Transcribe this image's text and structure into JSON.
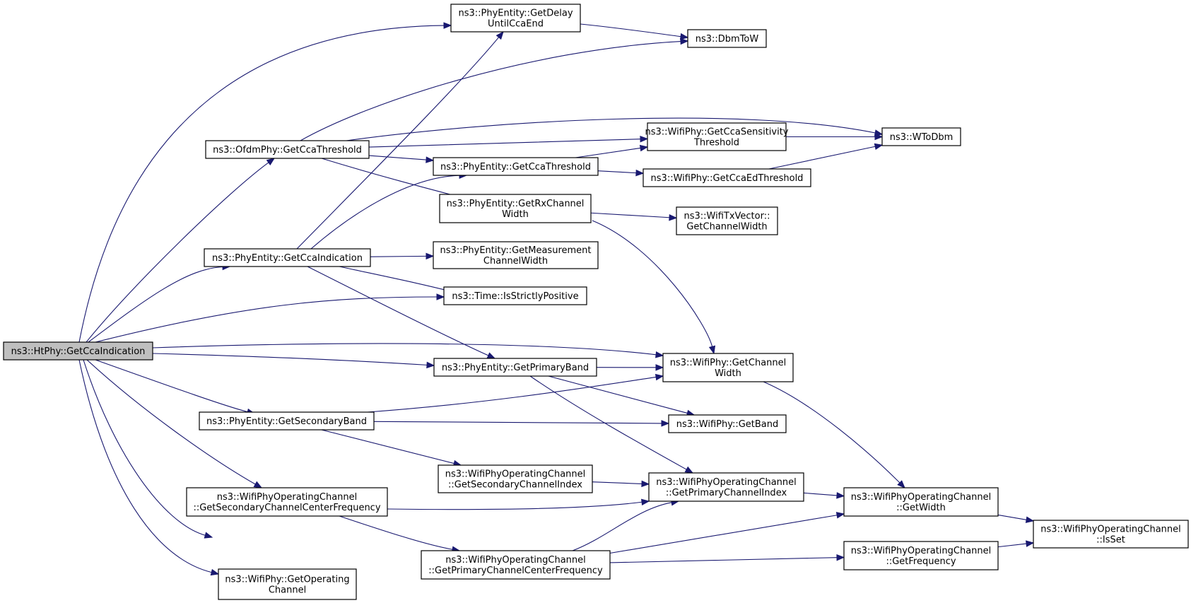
{
  "graph": {
    "nodes": [
      {
        "id": "root",
        "lines": [
          "ns3::HtPhy::GetCcaIndication"
        ],
        "root": true
      },
      {
        "id": "delay",
        "lines": [
          "ns3::PhyEntity::GetDelay",
          "UntilCcaEnd"
        ]
      },
      {
        "id": "dbmtow",
        "lines": [
          "ns3::DbmToW"
        ]
      },
      {
        "id": "ofdm",
        "lines": [
          "ns3::OfdmPhy::GetCcaThreshold"
        ]
      },
      {
        "id": "sens",
        "lines": [
          "ns3::WifiPhy::GetCcaSensitivity",
          "Threshold"
        ]
      },
      {
        "id": "wtodbm",
        "lines": [
          "ns3::WToDbm"
        ]
      },
      {
        "id": "peccathr",
        "lines": [
          "ns3::PhyEntity::GetCcaThreshold"
        ]
      },
      {
        "id": "edthr",
        "lines": [
          "ns3::WifiPhy::GetCcaEdThreshold"
        ]
      },
      {
        "id": "rxcw",
        "lines": [
          "ns3::PhyEntity::GetRxChannel",
          "Width"
        ]
      },
      {
        "id": "txv",
        "lines": [
          "ns3::WifiTxVector::",
          "GetChannelWidth"
        ]
      },
      {
        "id": "peccaind",
        "lines": [
          "ns3::PhyEntity::GetCcaIndication"
        ]
      },
      {
        "id": "meas",
        "lines": [
          "ns3::PhyEntity::GetMeasurement",
          "ChannelWidth"
        ]
      },
      {
        "id": "strict",
        "lines": [
          "ns3::Time::IsStrictlyPositive"
        ]
      },
      {
        "id": "chw",
        "lines": [
          "ns3::WifiPhy::GetChannel",
          "Width"
        ]
      },
      {
        "id": "pband",
        "lines": [
          "ns3::PhyEntity::GetPrimaryBand"
        ]
      },
      {
        "id": "secband",
        "lines": [
          "ns3::PhyEntity::GetSecondaryBand"
        ]
      },
      {
        "id": "getband",
        "lines": [
          "ns3::WifiPhy::GetBand"
        ]
      },
      {
        "id": "secidx",
        "lines": [
          "ns3::WifiPhyOperatingChannel",
          "::GetSecondaryChannelIndex"
        ]
      },
      {
        "id": "primidx",
        "lines": [
          "ns3::WifiPhyOperatingChannel",
          "::GetPrimaryChannelIndex"
        ]
      },
      {
        "id": "seccf",
        "lines": [
          "ns3::WifiPhyOperatingChannel",
          "::GetSecondaryChannelCenterFrequency"
        ]
      },
      {
        "id": "width",
        "lines": [
          "ns3::WifiPhyOperatingChannel",
          "::GetWidth"
        ]
      },
      {
        "id": "isset",
        "lines": [
          "ns3::WifiPhyOperatingChannel",
          "::IsSet"
        ]
      },
      {
        "id": "primcf",
        "lines": [
          "ns3::WifiPhyOperatingChannel",
          "::GetPrimaryChannelCenterFrequency"
        ]
      },
      {
        "id": "freq",
        "lines": [
          "ns3::WifiPhyOperatingChannel",
          "::GetFrequency"
        ]
      },
      {
        "id": "opch",
        "lines": [
          "ns3::WifiPhy::GetOperating",
          "Channel"
        ]
      }
    ],
    "edges": [
      [
        "root",
        "delay"
      ],
      [
        "root",
        "ofdm"
      ],
      [
        "root",
        "peccaind"
      ],
      [
        "root",
        "strict"
      ],
      [
        "root",
        "chw"
      ],
      [
        "root",
        "pband"
      ],
      [
        "root",
        "secband"
      ],
      [
        "root",
        "seccf"
      ],
      [
        "root",
        "primcf"
      ],
      [
        "root",
        "opch"
      ],
      [
        "delay",
        "dbmtow"
      ],
      [
        "ofdm",
        "dbmtow"
      ],
      [
        "ofdm",
        "wtodbm"
      ],
      [
        "ofdm",
        "sens"
      ],
      [
        "ofdm",
        "peccathr"
      ],
      [
        "ofdm",
        "rxcw"
      ],
      [
        "sens",
        "wtodbm"
      ],
      [
        "peccathr",
        "sens"
      ],
      [
        "peccathr",
        "edthr"
      ],
      [
        "edthr",
        "wtodbm"
      ],
      [
        "rxcw",
        "txv"
      ],
      [
        "rxcw",
        "chw"
      ],
      [
        "peccaind",
        "delay"
      ],
      [
        "peccaind",
        "peccathr"
      ],
      [
        "peccaind",
        "meas"
      ],
      [
        "peccaind",
        "strict"
      ],
      [
        "peccaind",
        "pband"
      ],
      [
        "pband",
        "chw"
      ],
      [
        "pband",
        "getband"
      ],
      [
        "pband",
        "primidx"
      ],
      [
        "secband",
        "chw"
      ],
      [
        "secband",
        "getband"
      ],
      [
        "secband",
        "secidx"
      ],
      [
        "chw",
        "width"
      ],
      [
        "secidx",
        "primidx"
      ],
      [
        "primidx",
        "width"
      ],
      [
        "seccf",
        "primidx"
      ],
      [
        "seccf",
        "primcf"
      ],
      [
        "primcf",
        "primidx"
      ],
      [
        "primcf",
        "width"
      ],
      [
        "primcf",
        "freq"
      ],
      [
        "width",
        "isset"
      ],
      [
        "freq",
        "isset"
      ]
    ]
  }
}
